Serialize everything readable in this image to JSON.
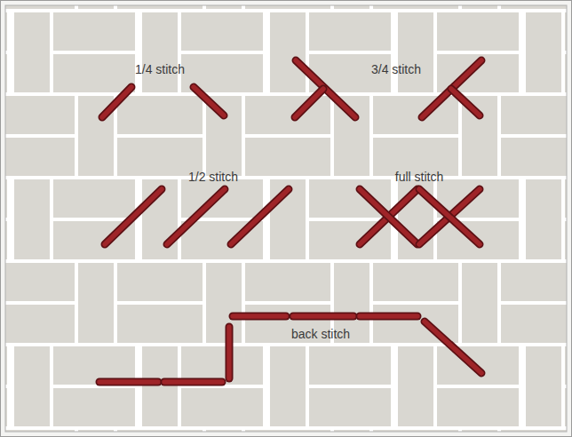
{
  "diagram": {
    "labels": [
      "1/4 stitch",
      "3/4 stitch",
      "1/2 stitch",
      "full stitch",
      "back stitch"
    ]
  }
}
